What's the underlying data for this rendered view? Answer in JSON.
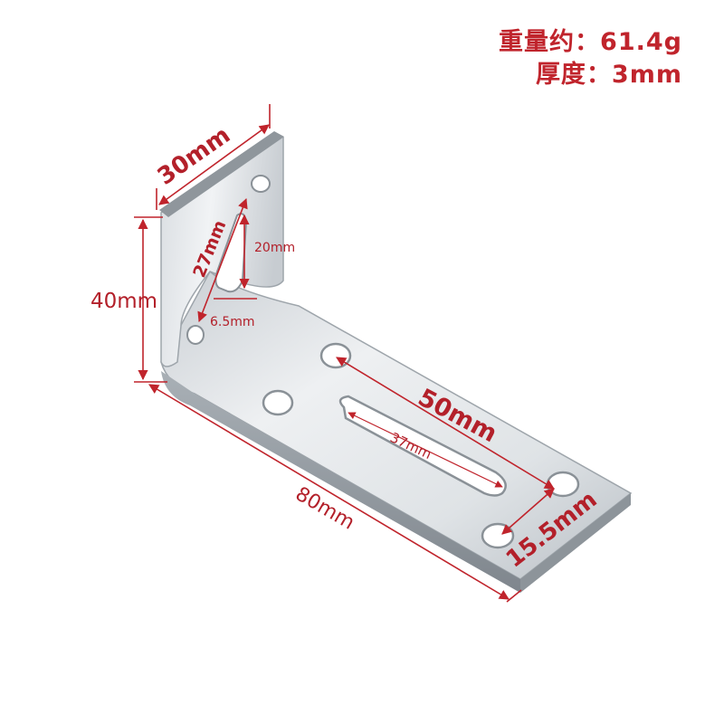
{
  "specs": {
    "weight": "重量约：61.4g",
    "thickness": "厚度：3mm"
  },
  "dimensions": {
    "width_top": "30mm",
    "height_vertical": "40mm",
    "slot_length_vertical": "27mm",
    "slot_inner_vertical": "20mm",
    "slot_width_vertical": "6.5mm",
    "hole_spacing": "50mm",
    "slot_length_horizontal": "37mm",
    "length_total": "80mm",
    "hole_offset": "15.5mm"
  },
  "colors": {
    "annotation": "#c0242c",
    "metal_light": "#e9ecef",
    "metal_dark": "#9aa1a8"
  }
}
